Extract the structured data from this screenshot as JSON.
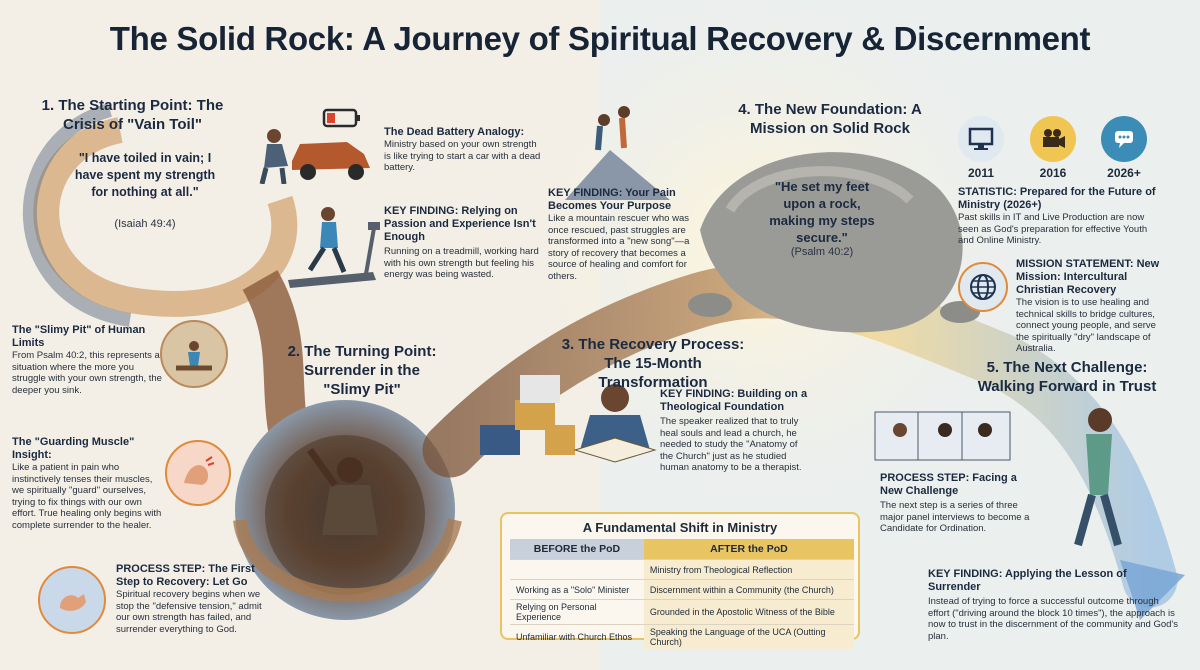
{
  "title": "The Solid Rock: A Journey of Spiritual Recovery & Discernment",
  "section1": {
    "title": "1. The Starting Point: The Crisis of \"Vain Toil\"",
    "quote": "\"I have toiled in vain; I have spent my strength for nothing at all.\"",
    "cite": "(Isaiah 49:4)",
    "battery": {
      "heading": "The Dead Battery Analogy:",
      "text": "Ministry based on your own strength is like trying to start a car with a dead battery."
    },
    "finding": {
      "heading": "KEY FINDING: Relying on Passion and Experience Isn't Enough",
      "text": "Running on a treadmill, working hard with his own strength but feeling his energy was being wasted."
    }
  },
  "left_column": {
    "slimy": {
      "heading": "The \"Slimy Pit\" of Human Limits",
      "text": "From Psalm 40:2, this represents a situation where the more you struggle with your own strength, the deeper you sink."
    },
    "guarding": {
      "heading": "The \"Guarding Muscle\" Insight:",
      "text": "Like a patient in pain who instinctively tenses their muscles, we spiritually \"guard\" ourselves, trying to fix things with our own effort. True healing only begins with complete surrender to the healer."
    },
    "process": {
      "heading": "PROCESS STEP: The First Step to Recovery: Let Go",
      "text": "Spiritual recovery begins when we stop the \"defensive tension,\" admit our own strength has failed, and surrender everything to God."
    }
  },
  "section2": {
    "title": "2. The Turning Point: Surrender in the \"Slimy Pit\""
  },
  "pain_finding": {
    "heading": "KEY FINDING: Your Pain Becomes Your Purpose",
    "text": "Like a mountain rescuer who was once rescued, past struggles are transformed into a \"new song\"—a story of recovery that becomes a source of healing and comfort for others."
  },
  "section3": {
    "title": "3. The Recovery Process: The 15-Month Transformation",
    "finding": {
      "heading": "KEY FINDING: Building on a Theological Foundation",
      "text": "The speaker realized that to truly heal souls and lead a church, he needed to study the \"Anatomy of the Church\" just as he studied human anatomy to be a therapist."
    }
  },
  "section4": {
    "title": "4. The New Foundation: A Mission on Solid Rock",
    "quote": "\"He set my feet upon a rock, making my steps secure.\"",
    "cite": "(Psalm 40:2)",
    "years": [
      "2011",
      "2016",
      "2026+"
    ],
    "statistic": {
      "heading": "STATISTIC: Prepared for the Future of Ministry (2026+)",
      "text": "Past skills in IT and Live Production are now seen as God's preparation for effective Youth and Online Ministry."
    },
    "mission": {
      "heading": "MISSION STATEMENT: New Mission: Intercultural Christian Recovery",
      "text": "The vision is to use healing and technical skills to bridge cultures, connect young people, and serve the spiritually \"dry\" landscape of Australia."
    }
  },
  "section5": {
    "title": "5. The Next Challenge: Walking Forward in Trust",
    "process": {
      "heading": "PROCESS STEP: Facing a New Challenge",
      "text": "The next step is a series of three major panel interviews to become a Candidate for Ordination."
    },
    "finding": {
      "heading": "KEY FINDING: Applying the Lesson of Surrender",
      "text": "Instead of trying to force a successful outcome through effort (\"driving around the block 10 times\"), the approach is now to trust in the discernment of the community and God's plan."
    }
  },
  "shift_table": {
    "title": "A Fundamental Shift in Ministry",
    "before_header": "BEFORE the PoD",
    "after_header": "AFTER the PoD",
    "rows": [
      {
        "before": "",
        "after": "Ministry from Theological Reflection"
      },
      {
        "before": "Working as a \"Solo\" Minister",
        "after": "Discernment within a Community (the Church)"
      },
      {
        "before": "Relying on Personal Experience",
        "after": "Grounded in the Apostolic Witness of the Bible"
      },
      {
        "before": "Unfamiliar with Church Ethos",
        "after": "Speaking the Language of the UCA (Outting Church)"
      }
    ]
  },
  "colors": {
    "background": "#f3efe6",
    "path_brown": "#8a5a3a",
    "path_gold": "#e9c463",
    "path_blue": "#8fb4d8",
    "accent_orange": "#e08a3a",
    "text_dark": "#1b2a40"
  }
}
